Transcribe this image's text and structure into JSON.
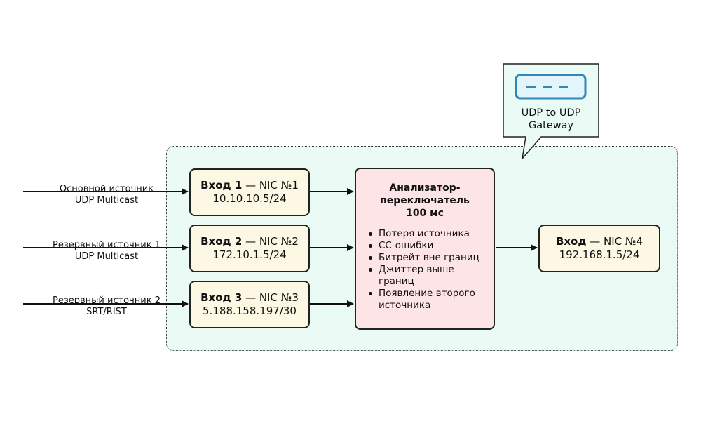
{
  "sources": [
    {
      "line1": "Основной источник",
      "line2": "UDP Multicast"
    },
    {
      "line1": "Резервный источник 1",
      "line2": "UDP Multicast"
    },
    {
      "line1": "Резервный источник 2",
      "line2": "SRT/RIST"
    }
  ],
  "inputs": [
    {
      "name": "Вход 1",
      "nic": " — NIC №1",
      "ip": "10.10.10.5/24"
    },
    {
      "name": "Вход 2",
      "nic": " — NIC №2",
      "ip": "172.10.1.5/24"
    },
    {
      "name": "Вход 3",
      "nic": " — NIC №3",
      "ip": "5.188.158.197/30"
    }
  ],
  "analyzer": {
    "title_lines": [
      "Анализатор-",
      "переключатель",
      "100 мс"
    ],
    "items": [
      "Потеря источника",
      "CC-ошибки",
      "Битрейт вне границ",
      "Джиттер выше границ",
      "Появление второго источника"
    ]
  },
  "output": {
    "title": "Вход — NIC №4",
    "ip": "192.168.1.5/24"
  },
  "callout": {
    "line1": "UDP to UDP",
    "line2": "Gateway",
    "icon": "gateway-device-icon"
  },
  "colors": {
    "container": "#eafaf5",
    "input_box": "#fdf8e4",
    "analyzer_box": "#fde4e6",
    "icon_stroke": "#2e88b9",
    "icon_fill": "#e3f4fb"
  }
}
